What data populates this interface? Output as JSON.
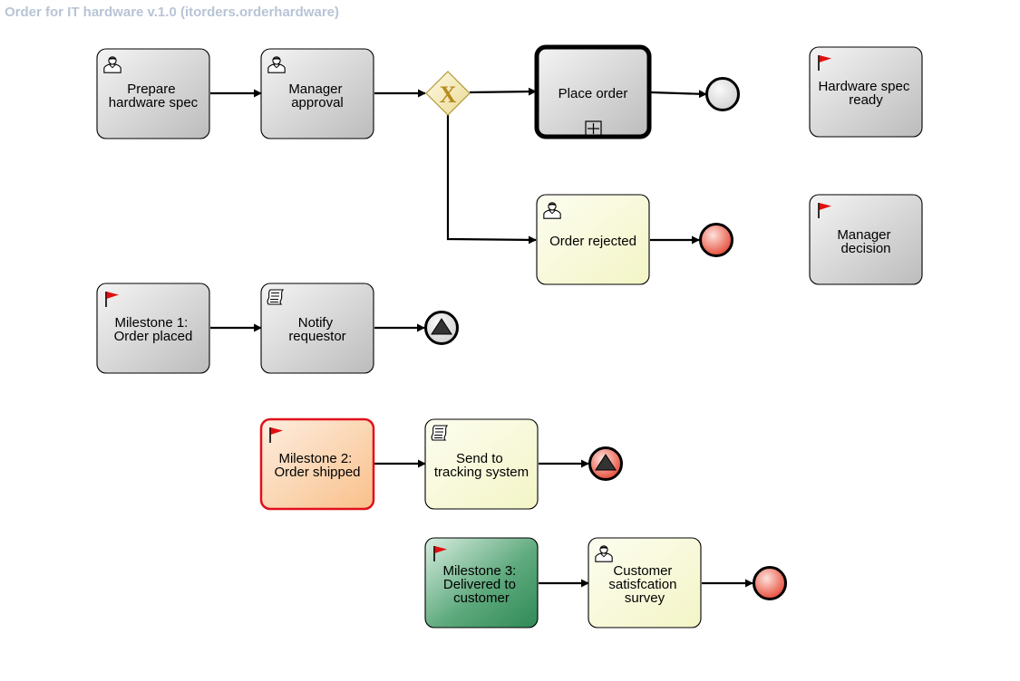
{
  "title": "Order for IT hardware v.1.0 (itorders.orderhardware)",
  "colors": {
    "title": "#b8c4d6",
    "task_gray": "#d5d5d5",
    "task_yellow": "#fafbd8",
    "milestone_orange": "#fbcb9a",
    "milestone_orange_border": "#e0101c",
    "milestone_green": "#3e9262",
    "end_red": "#e6503f",
    "gateway": "#f0df9a",
    "flag_red": "#e01010"
  },
  "nodes": {
    "prepare_spec": {
      "lines": [
        "Prepare",
        "hardware spec"
      ],
      "icon": "user-icon"
    },
    "manager_approval": {
      "lines": [
        "Manager",
        "approval"
      ],
      "icon": "user-icon"
    },
    "gateway": {
      "symbol": "X",
      "icon": "exclusive-gateway-icon"
    },
    "place_order": {
      "lines": [
        "Place order"
      ],
      "icon": "subprocess-marker-icon"
    },
    "end_ok": {
      "type": "end-event-gray"
    },
    "hw_spec_ready": {
      "lines": [
        "Hardware spec",
        "ready"
      ],
      "icon": "milestone-flag-icon"
    },
    "order_rejected": {
      "lines": [
        "Order rejected"
      ],
      "icon": "user-icon"
    },
    "end_rejected": {
      "type": "end-event-red"
    },
    "manager_decision": {
      "lines": [
        "Manager",
        "decision"
      ],
      "icon": "milestone-flag-icon"
    },
    "milestone1": {
      "lines": [
        "Milestone 1:",
        "Order placed"
      ],
      "icon": "milestone-flag-icon"
    },
    "notify_requestor": {
      "lines": [
        "Notify",
        "requestor"
      ],
      "icon": "script-icon"
    },
    "escalation_end_1": {
      "type": "escalation-end-gray"
    },
    "milestone2": {
      "lines": [
        "Milestone 2:",
        "Order shipped"
      ],
      "icon": "milestone-flag-icon"
    },
    "send_tracking": {
      "lines": [
        "Send to",
        "tracking system"
      ],
      "icon": "script-icon"
    },
    "escalation_end_2": {
      "type": "escalation-end-red"
    },
    "milestone3": {
      "lines": [
        "Milestone 3:",
        "Delivered to",
        "customer"
      ],
      "icon": "milestone-flag-icon"
    },
    "survey": {
      "lines": [
        "Customer",
        "satisfcation",
        "survey"
      ],
      "icon": "user-icon"
    },
    "end_survey": {
      "type": "end-event-red"
    }
  }
}
